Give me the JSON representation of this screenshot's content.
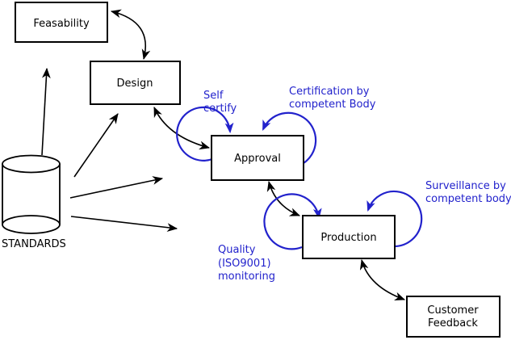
{
  "diagram": {
    "nodes": {
      "feasability": {
        "label": "Feasability"
      },
      "design": {
        "label": "Design"
      },
      "approval": {
        "label": "Approval"
      },
      "production": {
        "label": "Production"
      },
      "customer_feedback": {
        "line1": "Customer",
        "line2": "Feedback"
      },
      "standards": {
        "label": "STANDARDS"
      }
    },
    "annotations": {
      "self_certify": {
        "line1": "Self",
        "line2": "certify"
      },
      "certification": {
        "line1": "Certification by",
        "line2": "competent Body"
      },
      "surveillance": {
        "line1": "Surveillance by",
        "line2": "competent body"
      },
      "quality": {
        "line1": "Quality",
        "line2": "(ISO9001)",
        "line3": "monitoring"
      }
    },
    "edges": [
      "feasability<->design",
      "design<->approval",
      "approval<->production",
      "production<->customer_feedback",
      "standards->feasability",
      "standards->design",
      "standards->approval",
      "standards->production"
    ],
    "self_loops": [
      "approval-left-self-certify",
      "approval-right-certification",
      "production-left-quality",
      "production-right-surveillance"
    ]
  },
  "colors": {
    "black": "#000000",
    "blue": "#2222cc",
    "background": "#ffffff"
  }
}
